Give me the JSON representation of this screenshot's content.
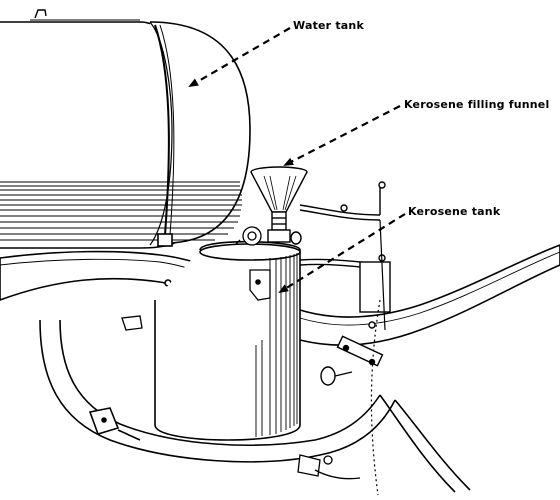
{
  "labels": {
    "water_tank": "Water tank",
    "kerosene_filling_funnel": "Kerosene filling funnel",
    "kerosene_tank": "Kerosene tank"
  },
  "colors": {
    "ink": "#000000",
    "paper": "#ffffff"
  }
}
